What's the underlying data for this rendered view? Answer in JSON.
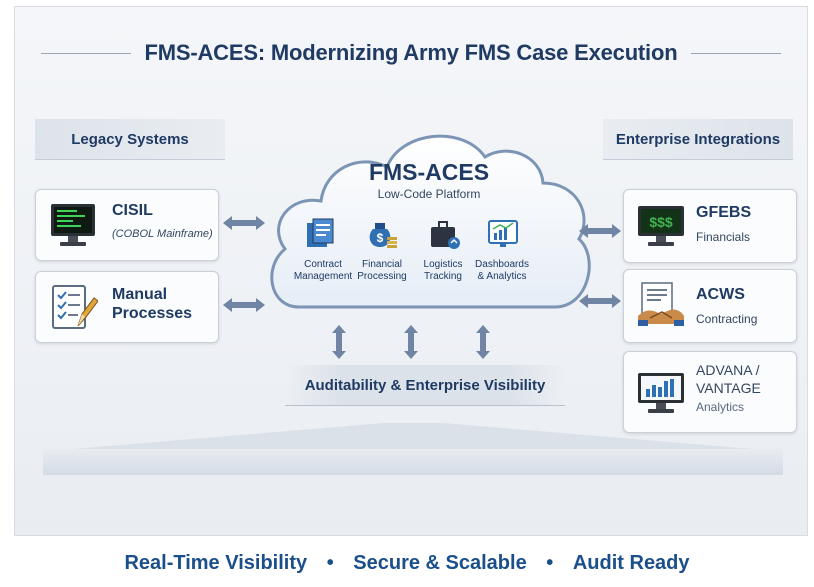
{
  "title": "FMS-ACES: Modernizing Army FMS Case Execution",
  "legacy": {
    "heading": "Legacy Systems",
    "systems": [
      {
        "name": "CISIL",
        "sub": "(COBOL Mainframe)",
        "icon": "computer-terminal-icon"
      },
      {
        "name_line1": "Manual",
        "name_line2": "Processes",
        "icon": "checklist-pencil-icon"
      }
    ]
  },
  "enterprise": {
    "heading": "Enterprise Integrations",
    "systems": [
      {
        "name": "GFEBS",
        "sub": "Financials",
        "icon": "dollar-monitor-icon"
      },
      {
        "name": "ACWS",
        "sub": "Contracting",
        "icon": "handshake-document-icon"
      },
      {
        "name_line1": "ADVANA /",
        "name_line2": "VANTAGE",
        "sub": "Analytics",
        "icon": "bar-chart-monitor-icon"
      }
    ]
  },
  "platform": {
    "title": "FMS-ACES",
    "subtitle": "Low-Code Platform",
    "capabilities": [
      {
        "line1": "Contract",
        "line2": "Management",
        "icon": "contract-docs-icon"
      },
      {
        "line1": "Financial",
        "line2": "Processing",
        "icon": "money-bag-icon"
      },
      {
        "line1": "Logistics",
        "line2": "Tracking",
        "icon": "logistics-case-icon"
      },
      {
        "line1": "Dashboards",
        "line2": "& Analytics",
        "icon": "dashboard-chart-icon"
      }
    ]
  },
  "audit": "Auditability & Enterprise Visibility",
  "footer": {
    "items": [
      "Real-Time Visibility",
      "Secure & Scalable",
      "Audit Ready"
    ],
    "separator": "•"
  },
  "colors": {
    "navy": "#1f3a63",
    "footer_blue": "#1a4f8b",
    "cloud_fill": "#f5f8fc",
    "cloud_stroke": "#7d95b5",
    "arrow": "#6f85a3",
    "money_green": "#3fb34f"
  }
}
